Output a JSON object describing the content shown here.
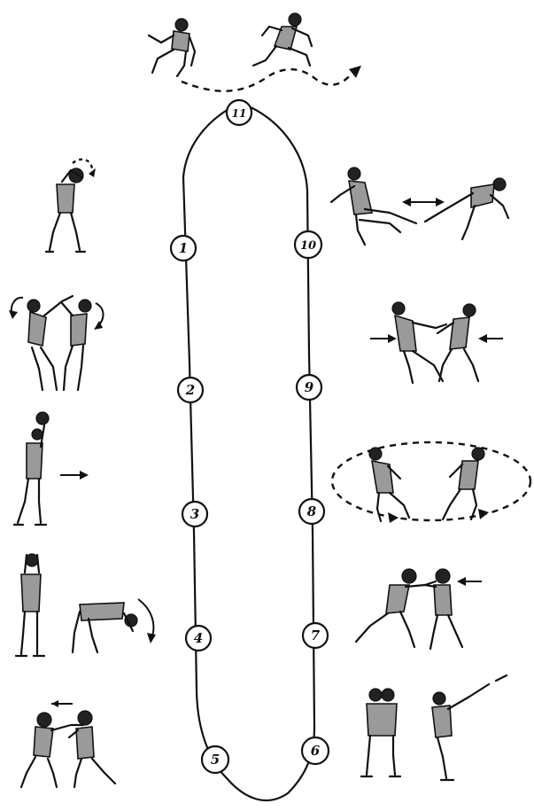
{
  "stations": [
    {
      "id": "s1",
      "label": "1"
    },
    {
      "id": "s2",
      "label": "2"
    },
    {
      "id": "s3",
      "label": "3"
    },
    {
      "id": "s4",
      "label": "4"
    },
    {
      "id": "s5",
      "label": "5"
    },
    {
      "id": "s6",
      "label": "6"
    },
    {
      "id": "s7",
      "label": "7"
    },
    {
      "id": "s8",
      "label": "8"
    },
    {
      "id": "s9",
      "label": "9"
    },
    {
      "id": "s10",
      "label": "10"
    },
    {
      "id": "s11",
      "label": "11"
    }
  ],
  "illustrations": [
    "sprint-start-runners",
    "head-rotation-exercise",
    "partner-arm-circles",
    "ball-push-exercise",
    "trunk-bend-exercise",
    "partner-push-sparring",
    "partner-tug-pull",
    "partner-shoulder-push",
    "circle-chase-drill",
    "partner-hand-push",
    "partner-kick-lift"
  ]
}
